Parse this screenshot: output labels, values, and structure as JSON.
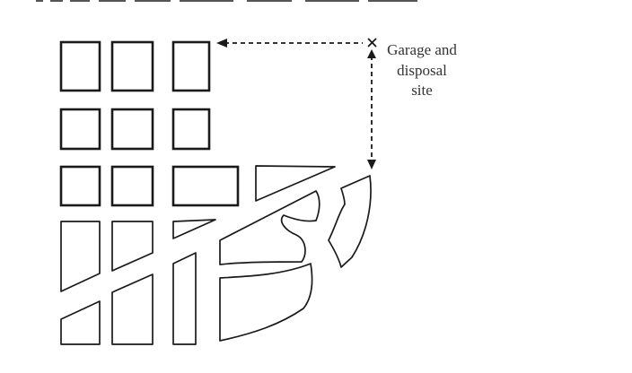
{
  "diagram": {
    "site_label_lines": [
      "Garage and",
      "disposal",
      "site"
    ],
    "site_marker_symbol": "×",
    "stroke_color": "#1a1a1a",
    "background_color": "#ffffff"
  }
}
